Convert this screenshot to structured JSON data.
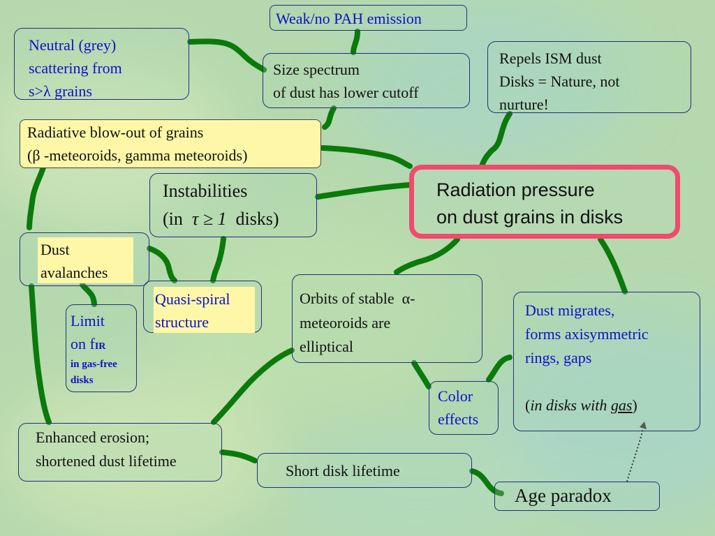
{
  "nodes": {
    "weak_pah": "Weak/no PAH emission",
    "neutral": [
      "Neutral  (grey)",
      "scattering from"
    ],
    "neutral_grains": "grains",
    "size_spectrum": [
      "Size spectrum",
      "of dust has lower cutoff"
    ],
    "repels": [
      "Repels ISM dust",
      "Disks = Nature, not",
      "nurture!"
    ],
    "radiative": [
      "Radiative blow-out of grains",
      "-meteoroids, gamma meteoroids)"
    ],
    "instabilities": [
      "Instabilities",
      "(in",
      "disks)"
    ],
    "tau_expr": "τ ≥ 1",
    "center": [
      "Radiation pressure",
      "on dust grains in disks"
    ],
    "avalanches": [
      "Dust",
      "avalanches"
    ],
    "quasi_spiral": [
      "Quasi-spiral",
      "structure"
    ],
    "limit": [
      "Limit",
      "on f",
      "IR",
      "in gas-free",
      "disks"
    ],
    "orbits": [
      "Orbits of stable",
      "meteoroids  are",
      "elliptical"
    ],
    "migrates": [
      "Dust migrates,",
      "forms axisymmetric",
      "rings, gaps",
      "in disks with",
      "gas"
    ],
    "color": [
      "Color",
      "effects"
    ],
    "erosion": [
      "Enhanced erosion;",
      "shortened dust lifetime"
    ],
    "short_lifetime": "Short disk lifetime",
    "age_paradox": "Age paradox"
  },
  "colors": {
    "connector": "#0a7a0a",
    "center_border": "#f04a6e",
    "box_border": "#23307a",
    "text_blue": "#1010c8",
    "highlight": "#fff7a8"
  }
}
